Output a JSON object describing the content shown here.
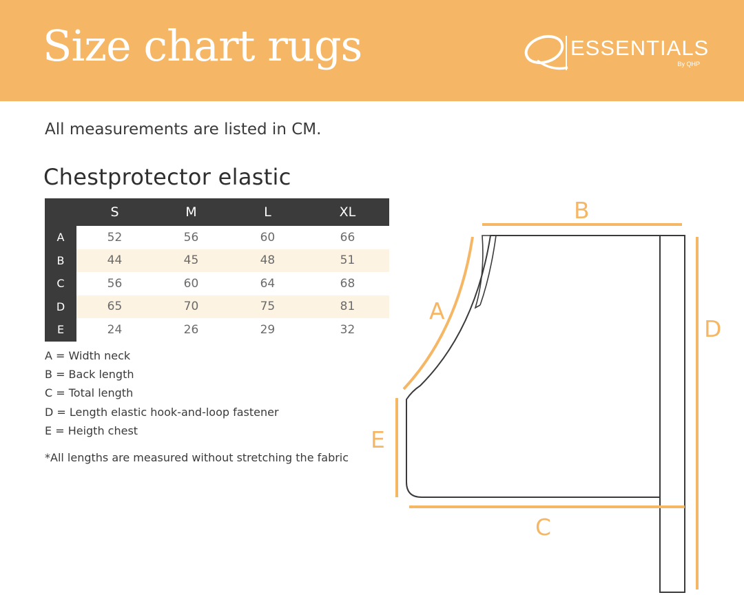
{
  "header": {
    "title": "Size chart rugs",
    "logo_word": "ESSENTIALS",
    "logo_byline": "By QHP",
    "banner_color": "#f5b765"
  },
  "intro_note": "All measurements are listed in CM.",
  "product_title": "Chestprotector elastic",
  "size_table": {
    "columns": [
      "S",
      "M",
      "L",
      "XL"
    ],
    "rows": [
      {
        "label": "A",
        "values": [
          "52",
          "56",
          "60",
          "66"
        ]
      },
      {
        "label": "B",
        "values": [
          "44",
          "45",
          "48",
          "51"
        ]
      },
      {
        "label": "C",
        "values": [
          "56",
          "60",
          "64",
          "68"
        ]
      },
      {
        "label": "D",
        "values": [
          "65",
          "70",
          "75",
          "81"
        ]
      },
      {
        "label": "E",
        "values": [
          "24",
          "26",
          "29",
          "32"
        ]
      }
    ]
  },
  "legend": [
    "A = Width neck",
    "B = Back length",
    "C = Total length",
    "D = Length elastic hook-and-loop fastener",
    "E  = Heigth chest"
  ],
  "footnote": "*All lengths are measured without stretching the fabric",
  "diagram": {
    "labels": {
      "a": "A",
      "b": "B",
      "c": "C",
      "d": "D",
      "e": "E"
    },
    "accent_color": "#f5b765",
    "outline_color": "#3a3a3a"
  }
}
